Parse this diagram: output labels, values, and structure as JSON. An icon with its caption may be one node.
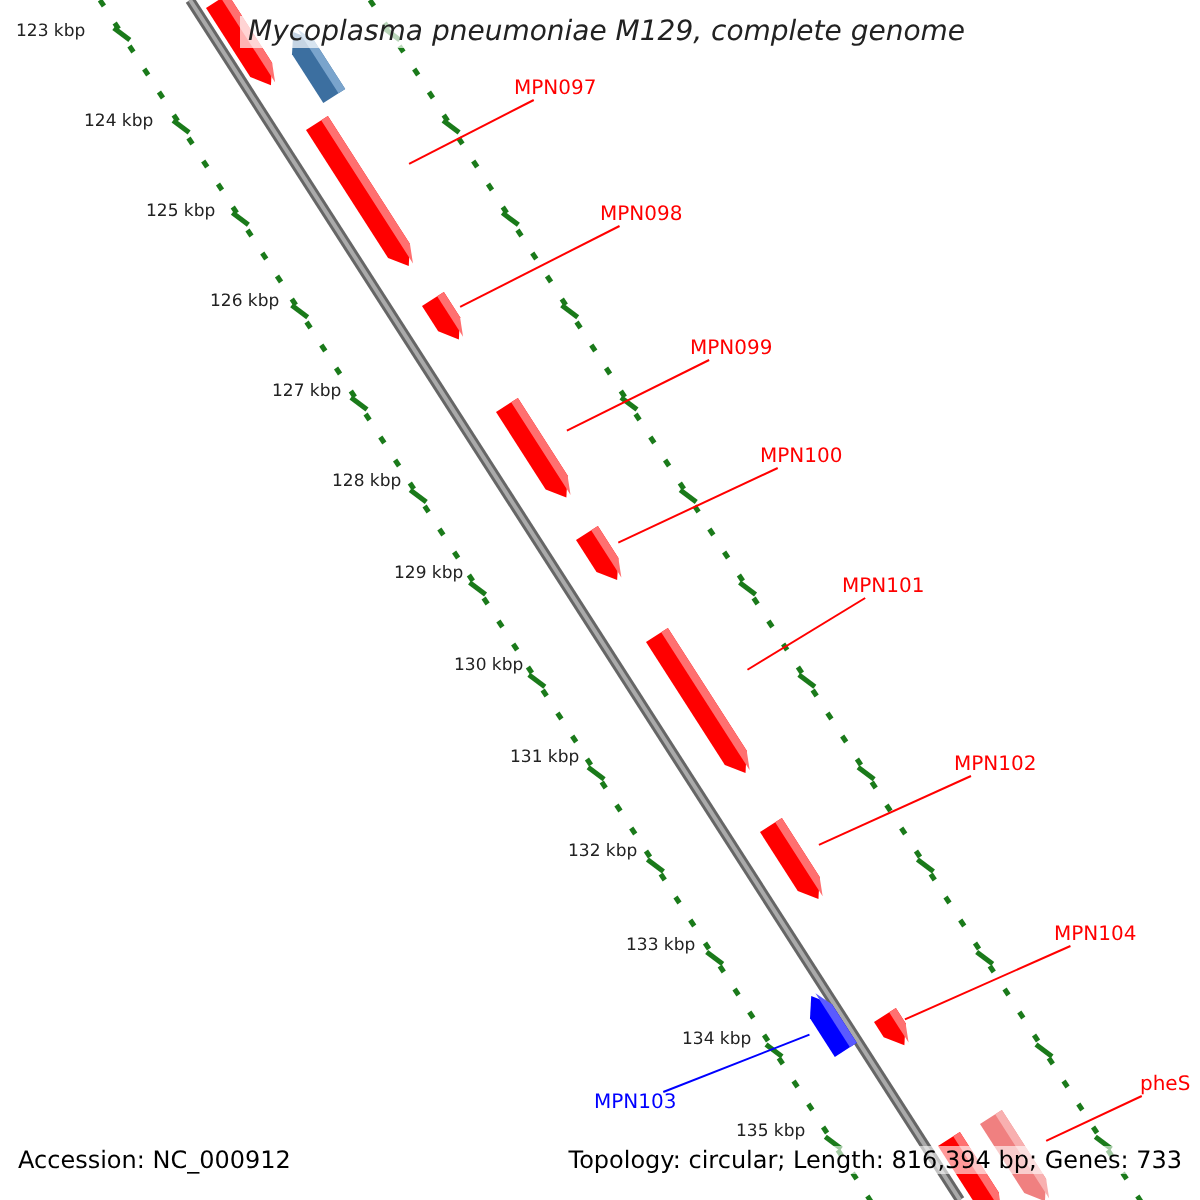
{
  "diagram": {
    "title": "Mycoplasma pneumoniae M129, complete genome",
    "nodes": [
      {
        "text": [],
        "shape": "bar"
      },
      {
        "text": [],
        "shape": "bar"
      },
      {
        "text": [
          "MPN097"
        ]
      },
      {
        "text": [],
        "shape": "bar"
      },
      {
        "text": [
          "MPN098"
        ]
      },
      {
        "text": [],
        "shape": "bar"
      },
      {
        "text": [
          "MPN099"
        ]
      },
      {
        "text": [],
        "shape": "bar"
      },
      {
        "text": [
          "MPN100"
        ]
      },
      {
        "text": [],
        "shape": "bar"
      },
      {
        "text": [
          "MPN101"
        ]
      },
      {
        "text": [],
        "shape": "bar"
      },
      {
        "text": [
          "MPN102"
        ]
      },
      {
        "text": [],
        "shape": "bar"
      },
      {
        "text": [
          "MPN104"
        ]
      },
      {
        "text": [],
        "shape": "bar"
      },
      {
        "text": [],
        "shape": "bar"
      },
      {
        "text": [
          "MPN103"
        ]
      },
      {
        "text": [
          "pheS"
        ]
      },
      {
        "text": [],
        "shape": "bar"
      },
      {
        "text": [],
        "shape": "bar"
      }
    ],
    "edges": [
      {
        "from": 2,
        "to": 3,
        "arrow": "none"
      },
      {
        "from": 4,
        "to": 5,
        "arrow": "none"
      },
      {
        "from": 6,
        "to": 7,
        "arrow": "none"
      },
      {
        "from": 8,
        "to": 9,
        "arrow": "none"
      },
      {
        "from": 10,
        "to": 11,
        "arrow": "none"
      },
      {
        "from": 12,
        "to": 13,
        "arrow": "none"
      },
      {
        "from": 14,
        "to": 16,
        "arrow": "none"
      },
      {
        "from": 17,
        "to": 15,
        "arrow": "none",
        "color": "#0000ff"
      },
      {
        "from": 18,
        "to": 20,
        "arrow": "none"
      }
    ],
    "labels": [
      "123 kbp",
      "124 kbp",
      "125 kbp",
      "126 kbp",
      "127 kbp",
      "128 kbp",
      "129 kbp",
      "130 kbp",
      "131 kbp",
      "132 kbp",
      "133 kbp",
      "134 kbp",
      "135 kbp",
      "Accession: NC_000912",
      "Topology: circular; Length: 816,394 bp; Genes: 733"
    ]
  }
}
